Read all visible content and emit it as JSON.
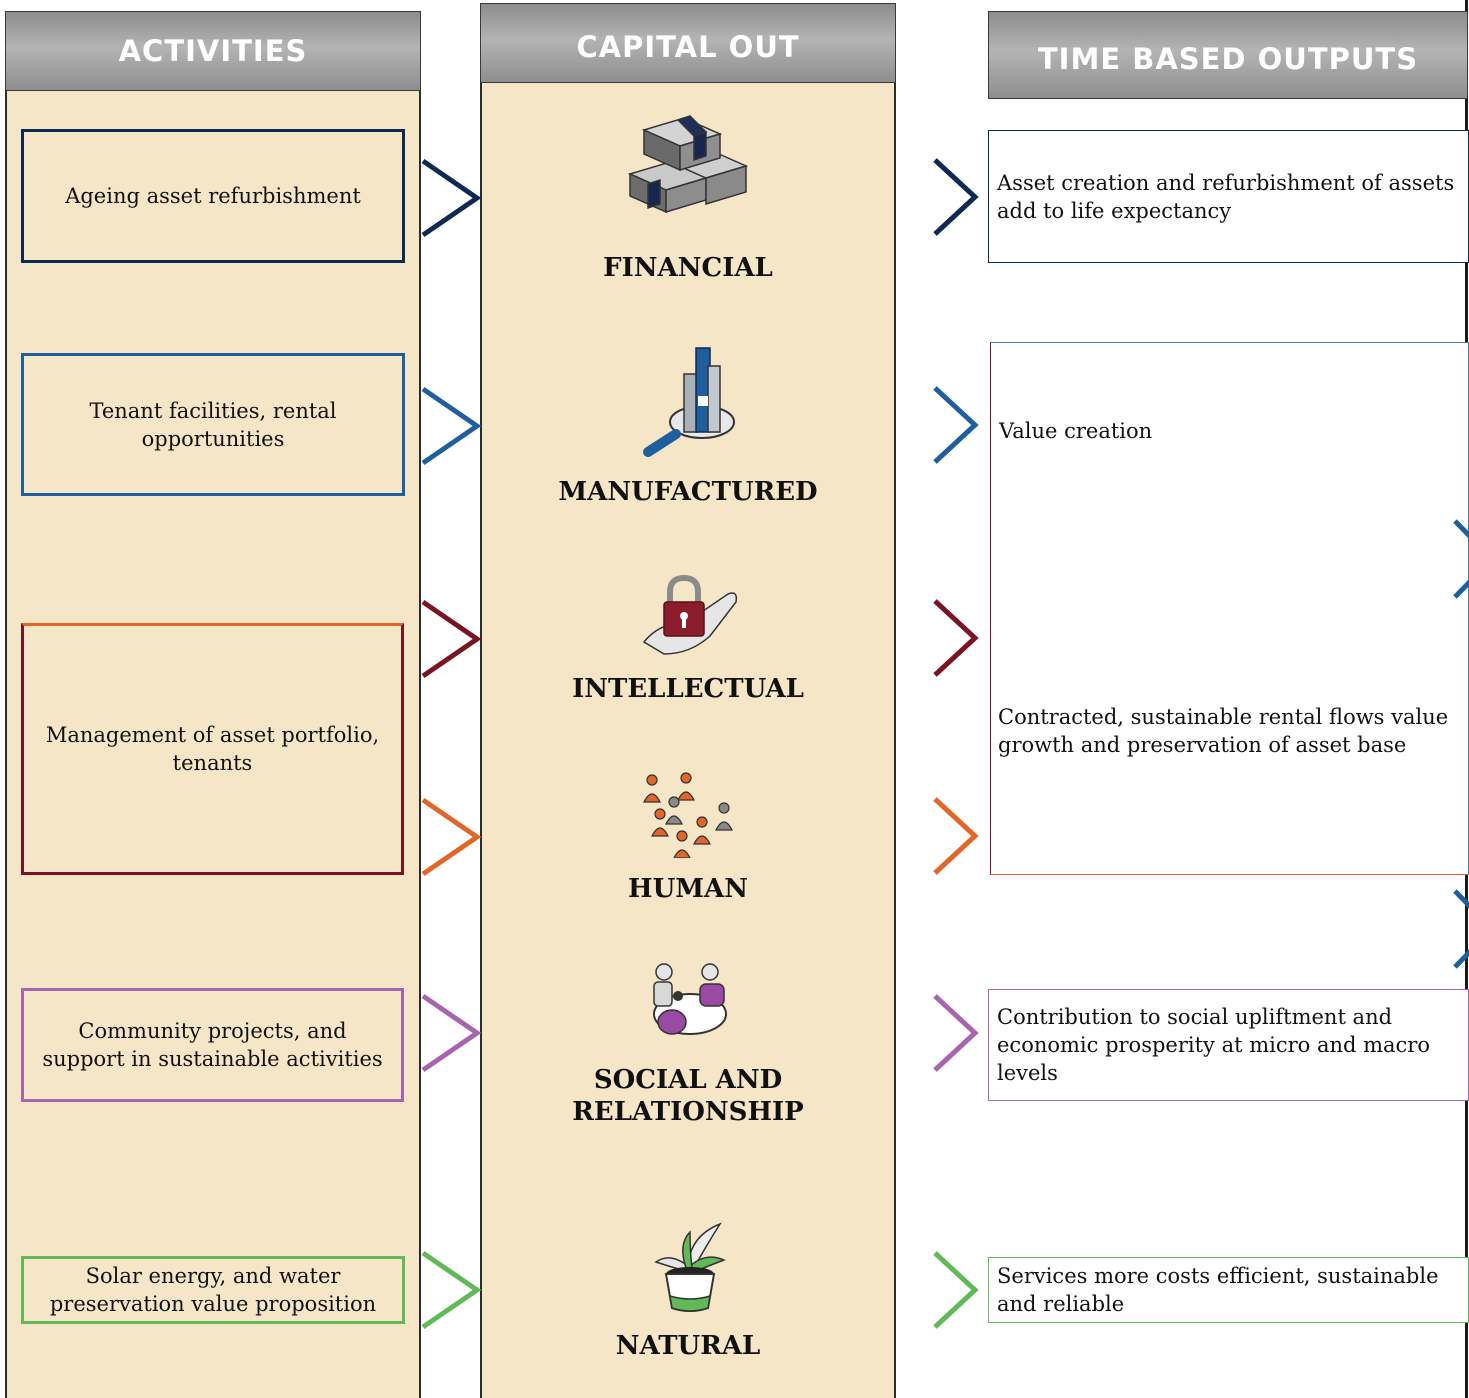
{
  "headers": {
    "activities": "ACTIVITIES",
    "capital_out": "CAPITAL OUT",
    "time_based_outputs": "TIME BASED OUTPUTS"
  },
  "colors": {
    "panel": "#f5e6c7",
    "financial": "#0e2a52",
    "manufactured": "#1f5fa0",
    "intellectual": "#7a1425",
    "human": "#e0662a",
    "social": "#a964b0",
    "natural": "#62b957"
  },
  "activities": [
    {
      "text": "Ageing asset refurbishment"
    },
    {
      "text": "Tenant facilities, rental opportunities"
    },
    {
      "text": "Management of asset portfolio, tenants"
    },
    {
      "text": "Community projects, and support in sustainable activities"
    },
    {
      "text": "Solar energy, and water preservation value proposition"
    }
  ],
  "capitals": [
    {
      "label": "FINANCIAL",
      "icon": "money-stack-icon"
    },
    {
      "label": "MANUFACTURED",
      "icon": "building-magnifier-icon"
    },
    {
      "label": "INTELLECTUAL",
      "icon": "padlock-hand-icon"
    },
    {
      "label": "HUMAN",
      "icon": "people-icon"
    },
    {
      "label": "SOCIAL AND RELATIONSHIP",
      "icon": "people-meeting-icon"
    },
    {
      "label": "NATURAL",
      "icon": "plant-pot-icon"
    }
  ],
  "outputs": [
    {
      "text": "Asset creation and refurbishment of assets add to life expectancy"
    },
    {
      "text": "Value creation"
    },
    {
      "text": "Contracted, sustainable rental flows value growth and preservation of asset base"
    },
    {
      "text": "Contribution to social upliftment and economic prosperity at micro and macro levels"
    },
    {
      "text": "Services more costs efficient, sustainable and reliable"
    }
  ]
}
